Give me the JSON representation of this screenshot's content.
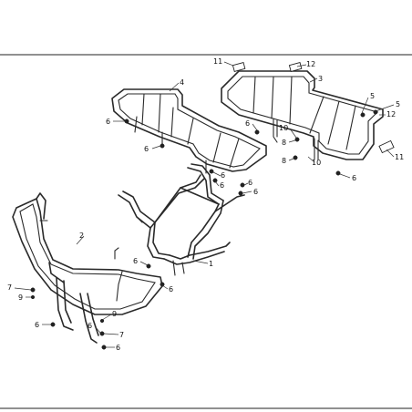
{
  "callouts": [
    {
      "id": "c4",
      "label": "4"
    },
    {
      "id": "c11a",
      "label": "11"
    },
    {
      "id": "c12a",
      "label": "12"
    },
    {
      "id": "c3",
      "label": "3"
    },
    {
      "id": "c5a",
      "label": "5"
    },
    {
      "id": "c5b",
      "label": "5"
    },
    {
      "id": "c12b",
      "label": "12"
    },
    {
      "id": "c6a",
      "label": "6"
    },
    {
      "id": "c6b",
      "label": "6"
    },
    {
      "id": "c6c",
      "label": "6"
    },
    {
      "id": "c10a",
      "label": "10"
    },
    {
      "id": "c8a",
      "label": "8"
    },
    {
      "id": "c8b",
      "label": "8"
    },
    {
      "id": "c10b",
      "label": "10"
    },
    {
      "id": "c11b",
      "label": "11"
    },
    {
      "id": "c6d",
      "label": "6"
    },
    {
      "id": "c6e",
      "label": "6"
    },
    {
      "id": "c6f",
      "label": "6"
    },
    {
      "id": "c6g",
      "label": "6"
    },
    {
      "id": "c6h",
      "label": "6"
    },
    {
      "id": "c2",
      "label": "2"
    },
    {
      "id": "c1",
      "label": "1"
    },
    {
      "id": "c6i",
      "label": "6"
    },
    {
      "id": "c6j",
      "label": "6"
    },
    {
      "id": "c7a",
      "label": "7"
    },
    {
      "id": "c9a",
      "label": "9"
    },
    {
      "id": "c6k",
      "label": "6"
    },
    {
      "id": "c9b",
      "label": "9"
    },
    {
      "id": "c6l",
      "label": "6"
    },
    {
      "id": "c7b",
      "label": "7"
    },
    {
      "id": "c6m",
      "label": "6"
    }
  ]
}
